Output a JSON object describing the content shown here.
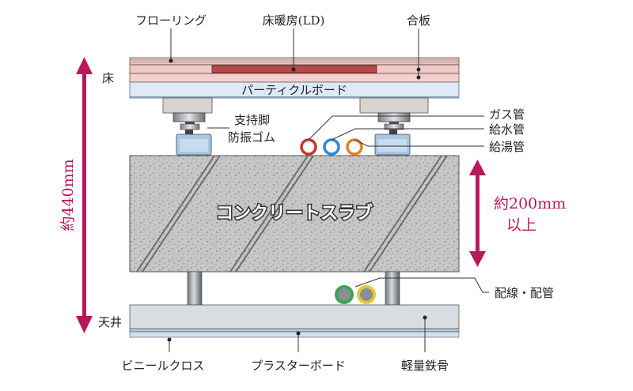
{
  "labels": {
    "flooring": "フローリング",
    "floor_heating": "床暖房(LD)",
    "plywood": "合板",
    "floor": "床",
    "particle_board": "パーティクルボード",
    "support_leg": "支持脚",
    "rubber": "防振ゴム",
    "gas_pipe": "ガス管",
    "water_pipe": "給水管",
    "hot_water_pipe": "給湯管",
    "slab": "コンクリートスラブ",
    "slab_thickness_1": "約200mm",
    "slab_thickness_2": "以上",
    "wiring": "配線・配管",
    "ceiling": "天井",
    "vinyl_cloth": "ビニールクロス",
    "plaster_board": "プラスターボード",
    "steel_frame": "軽量鉄骨",
    "total_height": "約440mm"
  },
  "colors": {
    "accent_dimension": "#b8195b",
    "floor_heating": "#b84a4a",
    "pink_layer": "#f2c9c9",
    "particle_board": "#dfe9f6",
    "concrete": "#c8c8c8",
    "gas_pipe": "#c0392b",
    "water_pipe": "#2e86de",
    "hot_water_pipe": "#e67e22",
    "wire_green": "#3aa655",
    "wire_yellow": "#e8c53a"
  }
}
